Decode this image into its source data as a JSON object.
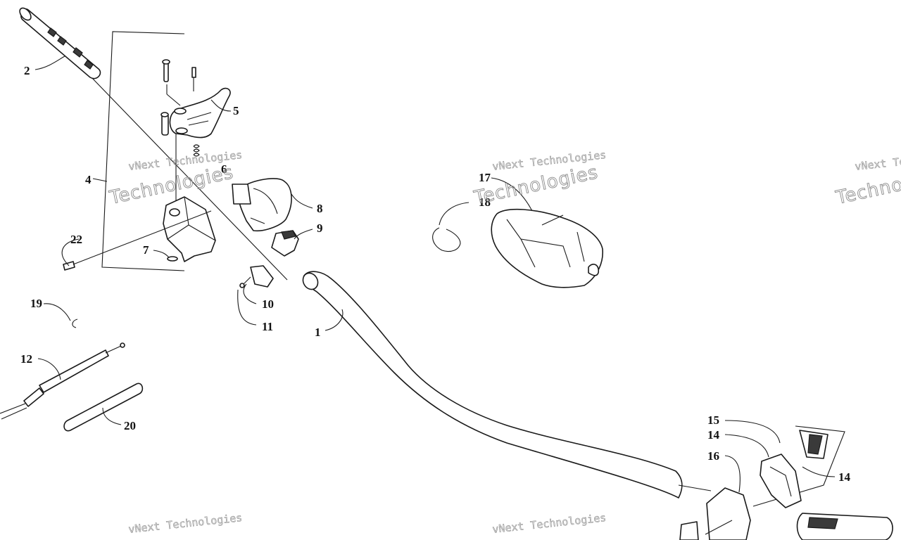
{
  "diagram": {
    "callouts": {
      "c1": "1",
      "c2": "2",
      "c4": "4",
      "c5": "5",
      "c6": "6",
      "c7": "7",
      "c8": "8",
      "c9": "9",
      "c10": "10",
      "c11": "11",
      "c12": "12",
      "c14a": "14",
      "c14b": "14",
      "c15": "15",
      "c16": "16",
      "c17": "17",
      "c18": "18",
      "c19": "19",
      "c20": "20",
      "c22": "22"
    },
    "watermark": {
      "line1": "vNext Technologies",
      "line2": "Technologies"
    }
  }
}
